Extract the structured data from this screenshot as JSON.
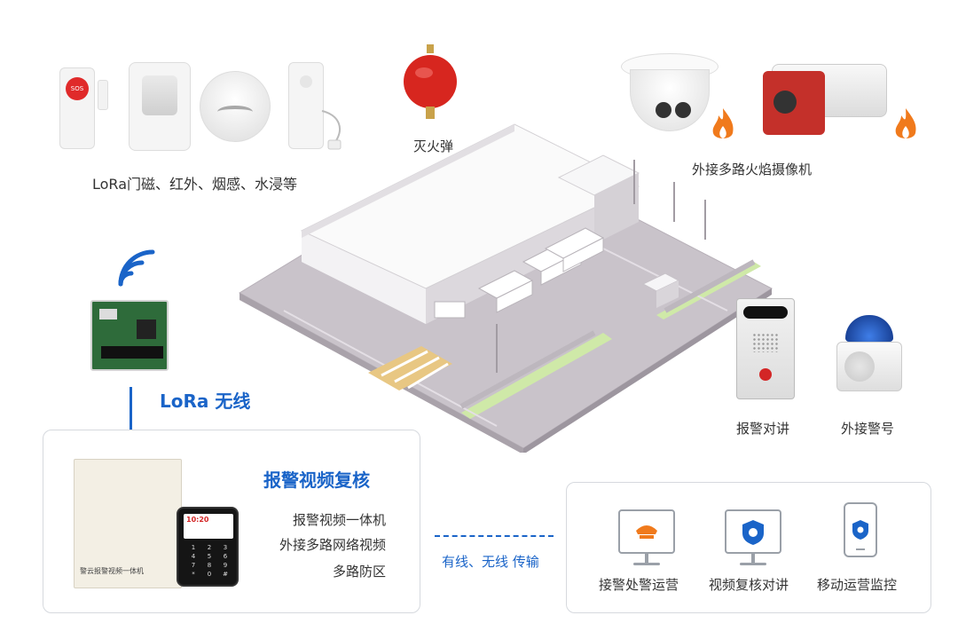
{
  "labels": {
    "sensors": "LoRa门磁、红外、烟感、水浸等",
    "fire_ball": "灭火弹",
    "cameras": "外接多路火焰摄像机",
    "intercom": "报警对讲",
    "siren": "外接警号",
    "lora_wireless": "LoRa 无线",
    "transport": "有线、无线  传输"
  },
  "core": {
    "title": "报警视频复核",
    "lines": [
      "报警视频一体机",
      "外接多路网络视频",
      "多路防区"
    ],
    "device_label": "警云报警视频一体机",
    "keypad_time": "10:20",
    "keypad_keys": [
      "1",
      "2",
      "3",
      "4",
      "5",
      "6",
      "7",
      "8",
      "9",
      "*",
      "0",
      "#"
    ]
  },
  "platform": {
    "items": [
      {
        "label": "接警处警运营",
        "icon": "police-cap-icon"
      },
      {
        "label": "视频复核对讲",
        "icon": "shield-camera-icon"
      },
      {
        "label": "移动运营监控",
        "icon": "mobile-shield-icon"
      }
    ]
  },
  "sensor_sos": "SOS",
  "colors": {
    "accent": "#1a64c8",
    "fire": "#f07a1c",
    "red": "#d32626"
  }
}
